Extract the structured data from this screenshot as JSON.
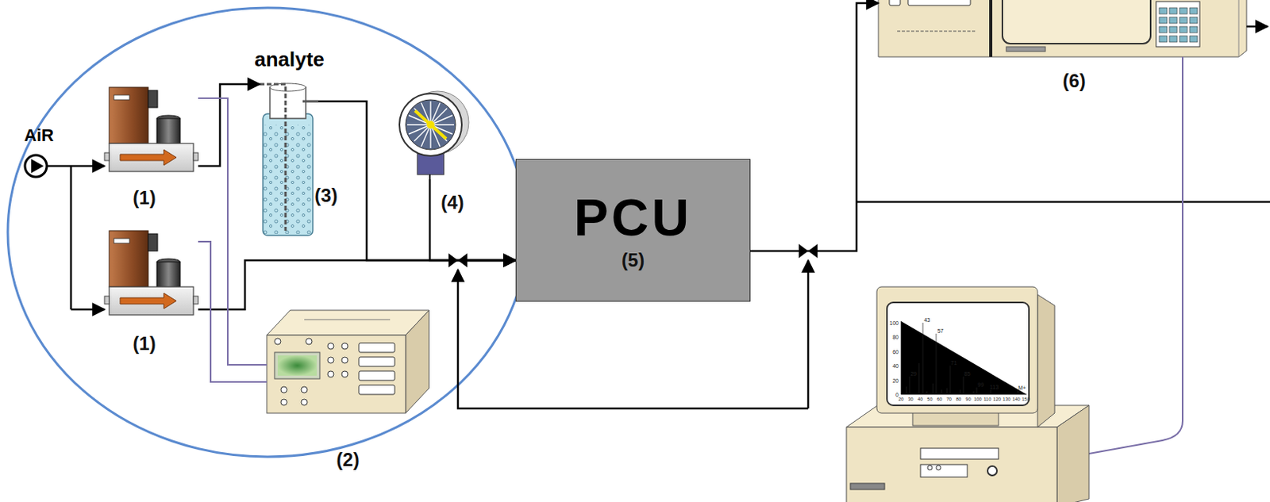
{
  "diagram": {
    "nodes": [
      {
        "text": [
          "(1)"
        ]
      },
      {
        "text": [
          "(1)"
        ]
      },
      {
        "text": [
          "(3)"
        ]
      },
      {
        "text": [
          "(4)"
        ]
      },
      {
        "text": [
          "(2)"
        ]
      },
      {
        "text": [
          "PCU",
          "(5)"
        ]
      },
      {
        "text": [
          "(6)"
        ]
      }
    ],
    "edges": [
      {
        "from": 0,
        "to": 2,
        "arrow": "to"
      },
      {
        "from": 2,
        "to": 5,
        "arrow": "to"
      },
      {
        "from": 1,
        "to": 5,
        "arrow": "to"
      },
      {
        "from": 3,
        "to": 5,
        "arrow": "to"
      },
      {
        "from": 4,
        "to": 0,
        "arrow": "none"
      },
      {
        "from": 4,
        "to": 1,
        "arrow": "none"
      },
      {
        "from": 5,
        "to": 6,
        "arrow": "to"
      }
    ],
    "labels": [
      "AiR",
      "analyte",
      "100",
      "80",
      "60",
      "40",
      "20",
      "0",
      "29",
      "43",
      "57",
      "71",
      "85",
      "99",
      "113",
      "M+",
      "20",
      "30",
      "40",
      "50",
      "60",
      "70",
      "80",
      "90",
      "100",
      "110",
      "120",
      "130",
      "140",
      "150"
    ]
  }
}
